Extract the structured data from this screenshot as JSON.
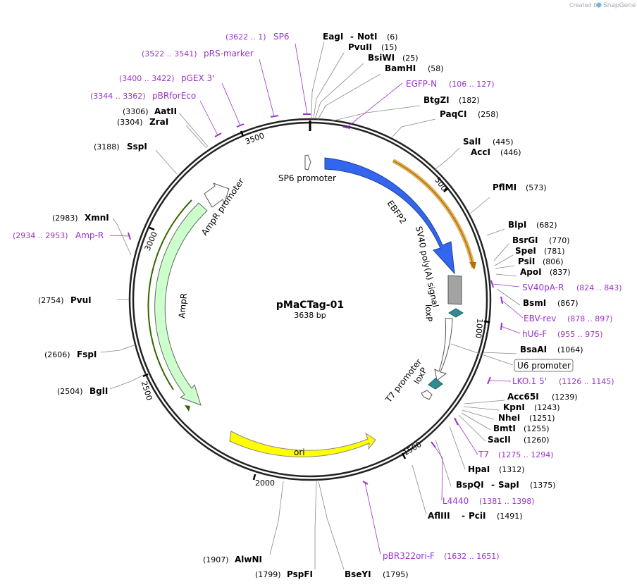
{
  "credit": {
    "created_by": "Created by",
    "brand": "SnapGene"
  },
  "plasmid": {
    "name": "pMaCTag-01",
    "length": "3638 bp"
  },
  "ticks": [
    "500",
    "1000",
    "1500",
    "2000",
    "2500",
    "3000",
    "3500"
  ],
  "enzymes": [
    {
      "name": "EagI",
      "extra": "NotI",
      "pos": "(6)"
    },
    {
      "name": "PvuII",
      "pos": "(15)"
    },
    {
      "name": "BsiWI",
      "pos": "(25)"
    },
    {
      "name": "BamHI",
      "pos": "(58)"
    },
    {
      "name": "BtgZI",
      "pos": "(182)"
    },
    {
      "name": "PaqCI",
      "pos": "(258)"
    },
    {
      "name": "SalI",
      "pos": "(445)"
    },
    {
      "name": "AccI",
      "pos": "(446)"
    },
    {
      "name": "PflMI",
      "pos": "(573)"
    },
    {
      "name": "BlpI",
      "pos": "(682)"
    },
    {
      "name": "BsrGI",
      "pos": "(770)"
    },
    {
      "name": "SpeI",
      "pos": "(781)"
    },
    {
      "name": "PsiI",
      "pos": "(806)"
    },
    {
      "name": "ApoI",
      "pos": "(837)"
    },
    {
      "name": "BsmI",
      "pos": "(867)"
    },
    {
      "name": "BsaAI",
      "pos": "(1064)"
    },
    {
      "name": "Acc65I",
      "pos": "(1239)"
    },
    {
      "name": "KpnI",
      "pos": "(1243)"
    },
    {
      "name": "NheI",
      "pos": "(1251)"
    },
    {
      "name": "BmtI",
      "pos": "(1255)"
    },
    {
      "name": "SacII",
      "pos": "(1260)"
    },
    {
      "name": "HpaI",
      "pos": "(1312)"
    },
    {
      "name": "BspQI",
      "extra": "SapI",
      "pos": "(1375)"
    },
    {
      "name": "AflIII",
      "extra": "PciI",
      "pos": "(1491)"
    },
    {
      "name": "BseYI",
      "pos": "(1795)"
    },
    {
      "name": "PspFI",
      "pos": "(1799)"
    },
    {
      "name": "AlwNI",
      "pos": "(1907)"
    },
    {
      "name": "BglI",
      "pos": "(2504)"
    },
    {
      "name": "FspI",
      "pos": "(2606)"
    },
    {
      "name": "PvuI",
      "pos": "(2754)"
    },
    {
      "name": "XmnI",
      "pos": "(2983)"
    },
    {
      "name": "SspI",
      "pos": "(3188)"
    },
    {
      "name": "ZraI",
      "pos": "(3304)"
    },
    {
      "name": "AatII",
      "pos": "(3306)"
    }
  ],
  "primers": [
    {
      "name": "SP6",
      "range": "(3622 .. 1)"
    },
    {
      "name": "pRS-marker",
      "range": "(3522 .. 3541)"
    },
    {
      "name": "pGEX 3'",
      "range": "(3400 .. 3422)"
    },
    {
      "name": "pBRforEco",
      "range": "(3344 .. 3362)"
    },
    {
      "name": "EGFP-N",
      "range": "(106 .. 127)"
    },
    {
      "name": "SV40pA-R",
      "range": "(824 .. 843)"
    },
    {
      "name": "EBV-rev",
      "range": "(878 .. 897)"
    },
    {
      "name": "hU6-F",
      "range": "(955 .. 975)"
    },
    {
      "name": "LKO.1 5'",
      "range": "(1126 .. 1145)"
    },
    {
      "name": "T7",
      "range": "(1275 .. 1294)"
    },
    {
      "name": "L4440",
      "range": "(1381 .. 1398)"
    },
    {
      "name": "pBR322ori-F",
      "range": "(1632 .. 1651)"
    },
    {
      "name": "Amp-R",
      "range": "(2934 .. 2953)"
    }
  ],
  "features": {
    "sp6_promoter": "SP6 promoter",
    "ebfp2": "EBFP2",
    "sv40": "SV40 poly(A) signal",
    "loxp1": "loxP",
    "loxp2": "loxP",
    "u6": "U6 promoter",
    "t7_promoter": "T7 promoter",
    "ori": "ori",
    "ampr": "AmpR",
    "ampr_promoter": "AmpR promoter"
  },
  "colors": {
    "ebfp2": "#3366ee",
    "ori": "#ffff00",
    "ampr": "#ccffcc",
    "sv40": "#999999",
    "loxp": "#339999",
    "orf": "#ffcc66",
    "primer": "#9933cc"
  }
}
